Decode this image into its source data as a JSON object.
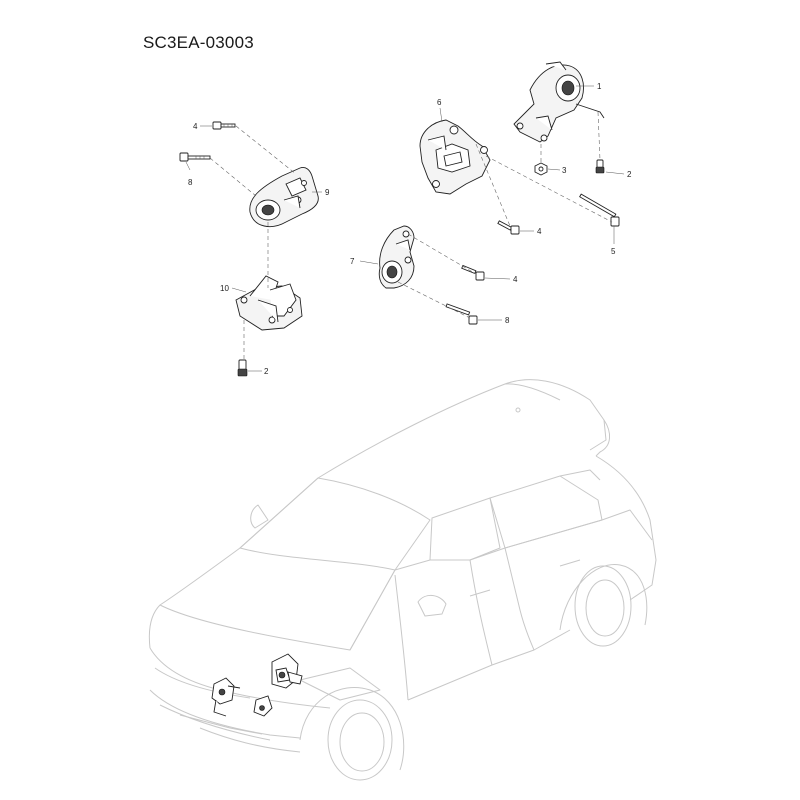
{
  "diagram": {
    "code": "SC3EA-03003",
    "callouts": {
      "c1": "1",
      "c2a": "2",
      "c2b": "2",
      "c3": "3",
      "c4a": "4",
      "c4b": "4",
      "c4c": "4",
      "c5": "5",
      "c6": "6",
      "c7": "7",
      "c8a": "8",
      "c8b": "8",
      "c9": "9",
      "c10": "10"
    }
  }
}
